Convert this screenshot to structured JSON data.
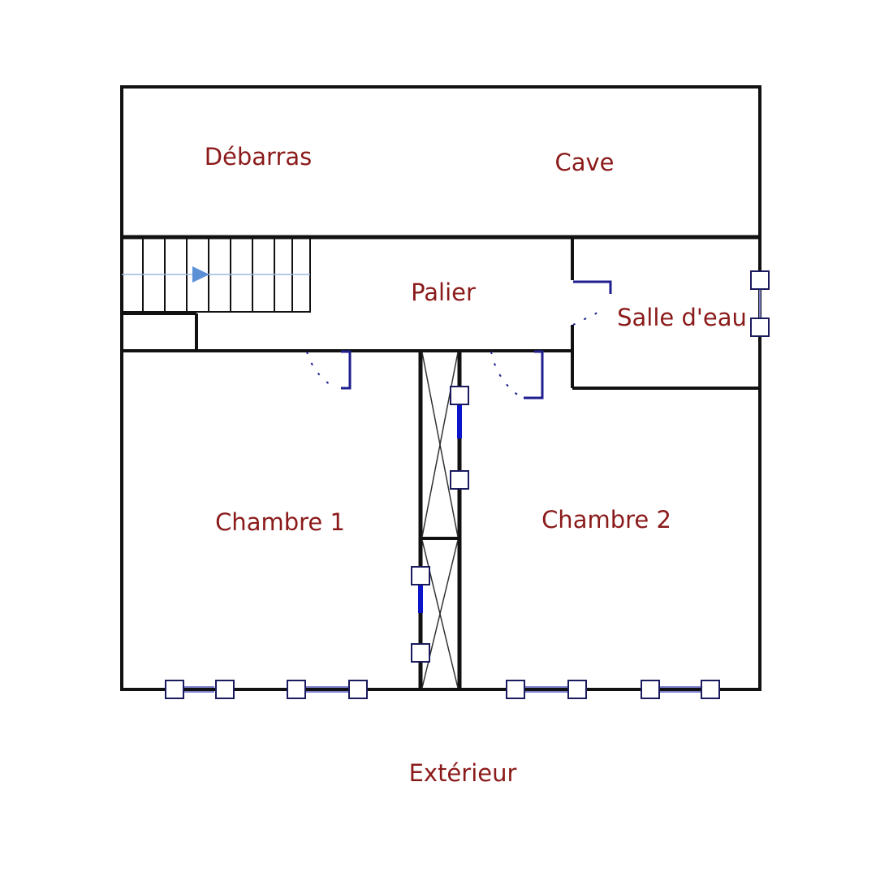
{
  "rooms": {
    "debarras": "Débarras",
    "cave": "Cave",
    "palier": "Palier",
    "salle_deau": "Salle d'eau",
    "chambre1": "Chambre 1",
    "chambre2": "Chambre 2",
    "exterieur": "Extérieur"
  },
  "colors": {
    "label": "#8b1a1a",
    "wall": "#111111",
    "door": "#1f1f8f",
    "stair_arrow": "#5b8fd6"
  }
}
